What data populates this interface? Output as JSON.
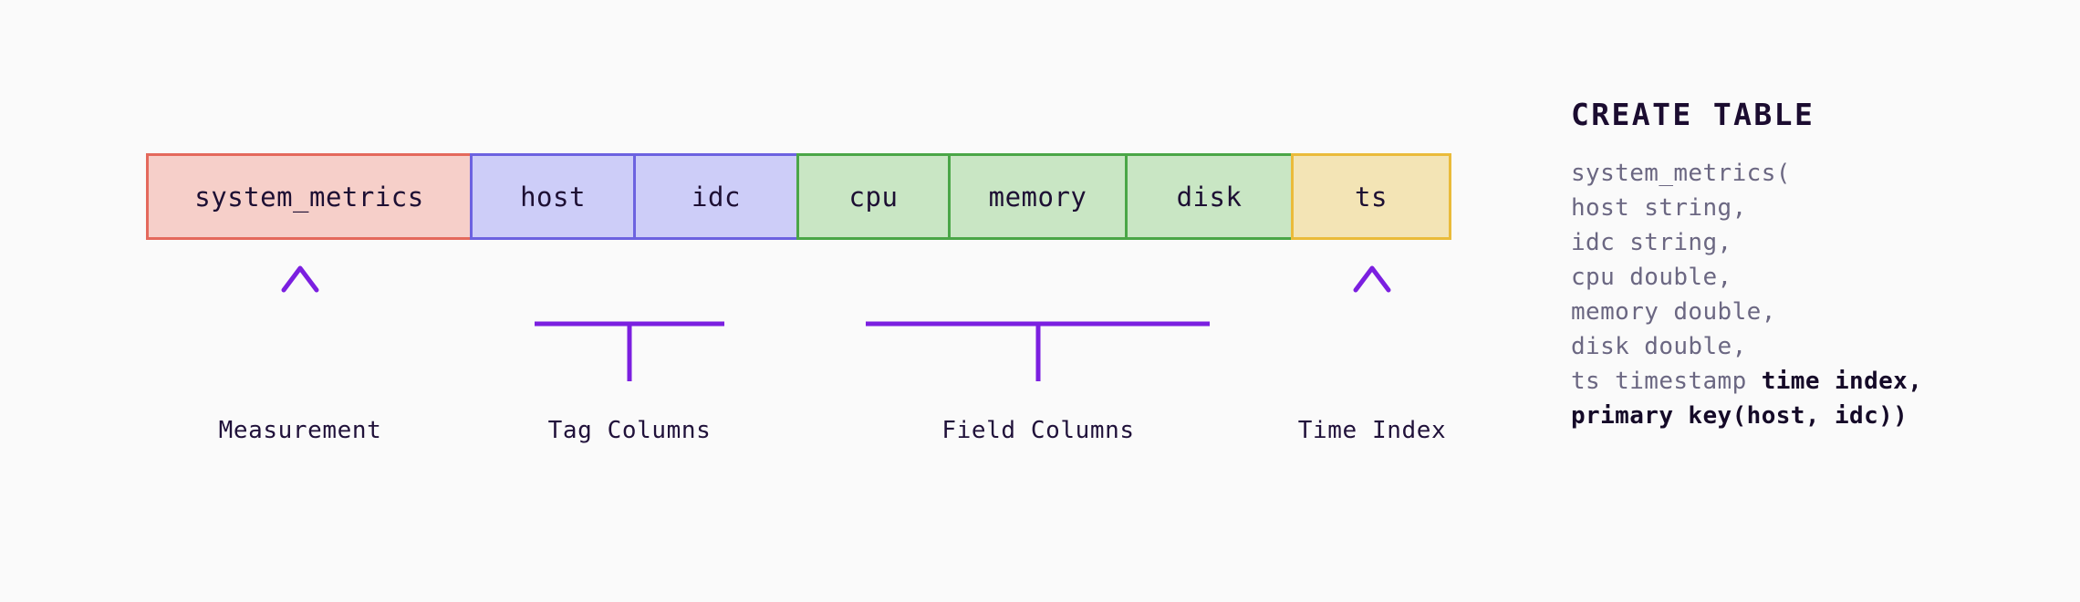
{
  "diagram": {
    "title_accent": "#7b1fe0",
    "background": "#fafafa",
    "schema": {
      "cells": [
        {
          "label": "system_metrics",
          "group": "measurement",
          "fill": "#f6cfc9",
          "stroke": "#e4695c"
        },
        {
          "label": "host",
          "group": "tag",
          "fill": "#cdcdf8",
          "stroke": "#6c62e0"
        },
        {
          "label": "idc",
          "group": "tag",
          "fill": "#cdcdf8",
          "stroke": "#6c62e0"
        },
        {
          "label": "cpu",
          "group": "field",
          "fill": "#c9e6c4",
          "stroke": "#4aa647"
        },
        {
          "label": "memory",
          "group": "field",
          "fill": "#c9e6c4",
          "stroke": "#4aa647"
        },
        {
          "label": "disk",
          "group": "field",
          "fill": "#c9e6c4",
          "stroke": "#4aa647"
        },
        {
          "label": "ts",
          "group": "time_index",
          "fill": "#f3e4b5",
          "stroke": "#eabb3a"
        }
      ]
    },
    "annotations": [
      {
        "label": "Measurement",
        "connector": "arrow"
      },
      {
        "label": "Tag Columns",
        "connector": "bracket"
      },
      {
        "label": "Field Columns",
        "connector": "bracket"
      },
      {
        "label": "Time Index",
        "connector": "arrow"
      }
    ]
  },
  "sql": {
    "title": "CREATE TABLE",
    "lines": [
      {
        "plain": "system_metrics(",
        "bold": ""
      },
      {
        "plain": "host string,",
        "bold": ""
      },
      {
        "plain": "idc string,",
        "bold": ""
      },
      {
        "plain": "cpu double,",
        "bold": ""
      },
      {
        "plain": "memory double,",
        "bold": ""
      },
      {
        "plain": "disk double,",
        "bold": ""
      },
      {
        "plain": "ts timestamp ",
        "bold": "time index,"
      },
      {
        "plain": "",
        "bold": "primary key(host, idc))"
      }
    ]
  }
}
